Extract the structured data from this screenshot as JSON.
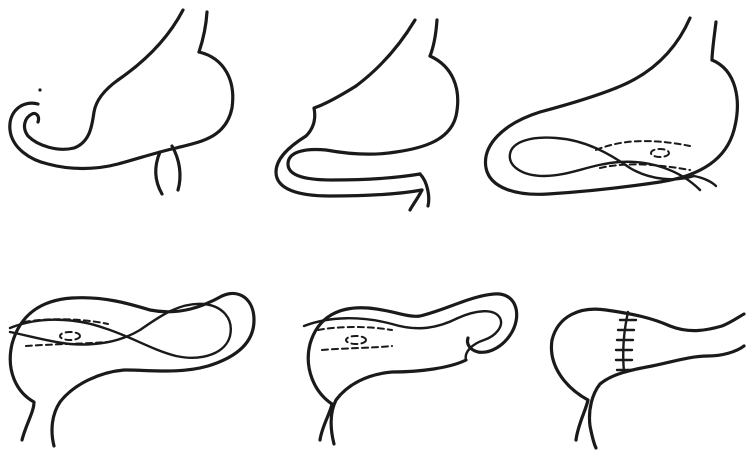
{
  "figure": {
    "panels": [
      {
        "id": "panel-1",
        "subject": "stomach-with-curled-duodenum"
      },
      {
        "id": "panel-2",
        "subject": "stomach-with-folded-duodenum"
      },
      {
        "id": "panel-3",
        "subject": "stomach-with-looped-duodenum-anastomosis"
      },
      {
        "id": "panel-4",
        "subject": "stomach-with-looped-duodenum-anastomosis-left"
      },
      {
        "id": "panel-5",
        "subject": "stomach-with-loop-and-open-end"
      },
      {
        "id": "panel-6",
        "subject": "stomach-with-sutured-seam"
      }
    ],
    "colors": {
      "ink": "#1a1a1a",
      "background": "#ffffff"
    }
  }
}
